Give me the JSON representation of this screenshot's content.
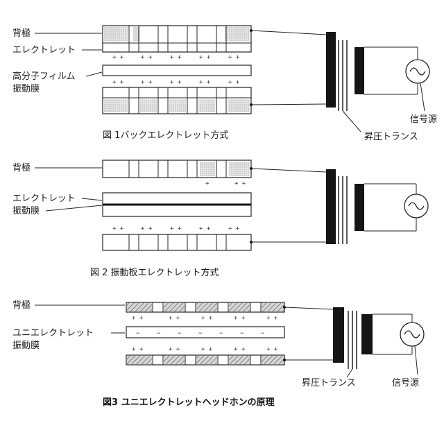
{
  "fig1": {
    "caption": "図 1バックエレクトレット方式",
    "labels": {
      "back_plate": "背極",
      "electret": "エレクトレット",
      "polymer_film": "高分子フィルム",
      "diaphragm": "振動膜"
    },
    "transformer_label": "昇圧トランス",
    "source_label": "信号源"
  },
  "fig2": {
    "caption": "図 2 振動板エレクトレット方式",
    "labels": {
      "back_plate": "背極",
      "electret": "エレクトレット",
      "diaphragm": "振動膜"
    }
  },
  "fig3": {
    "caption": "図3 ユニエレクトレットヘッドホンの原理",
    "labels": {
      "back_plate": "背極",
      "uni_electret": "ユニエレクトレット",
      "diaphragm": "振動膜"
    },
    "transformer_label": "昇圧トランス",
    "source_label": "信号源"
  },
  "symbols": {
    "plus_pair": "+ +",
    "plus": "+",
    "minus": "−"
  },
  "colors": {
    "ink": "#1a1a1a",
    "hatch": "#555555",
    "core": "#111111"
  }
}
